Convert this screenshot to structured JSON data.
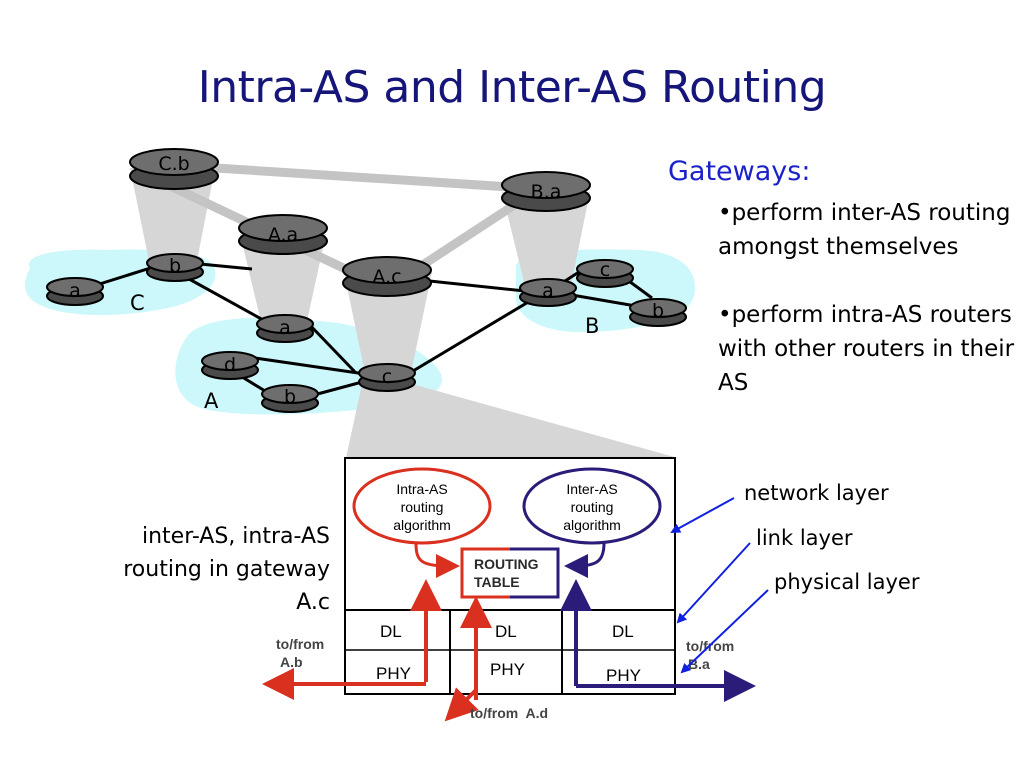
{
  "title": "Intra-AS and Inter-AS Routing",
  "gateways": {
    "heading": "Gateways:",
    "bullets": [
      "•perform inter-AS routing amongst themselves",
      "•perform intra-AS routers with other routers in their AS"
    ]
  },
  "topology": {
    "areas": [
      "C",
      "A",
      "B"
    ],
    "gateway_routers": [
      "C.b",
      "A.a",
      "A.c",
      "B.a"
    ],
    "routers": {
      "c_a": "a",
      "c_b": "b",
      "a_a": "a",
      "a_d": "d",
      "a_b": "b",
      "a_c": "c",
      "b_a": "a",
      "b_c": "c",
      "b_b": "b"
    }
  },
  "gateway_box": {
    "side_label": "inter-AS, intra-AS routing in gateway A.c",
    "intra_as": "Intra-AS routing algorithm",
    "inter_as": "Inter-AS routing algorithm",
    "routing_table_line1": "ROUTING",
    "routing_table_line2": "TABLE",
    "dl": "DL",
    "phy": "PHY",
    "to_from_ab_1": "to/from",
    "to_from_ab_2": "A.b",
    "to_from_ba_1": "to/from",
    "to_from_ba_2": "B.a",
    "to_from_ad": "to/from  A.d"
  },
  "layers": {
    "network": "network layer",
    "link": "link layer",
    "physical": "physical layer"
  },
  "colors": {
    "title": "#15157a",
    "heading": "#1a22c8",
    "intra": "#d9301f",
    "inter": "#2a1c78",
    "cyan_area": "#ccf8fb",
    "cone": "#d6d6d6",
    "router": "#555555"
  }
}
